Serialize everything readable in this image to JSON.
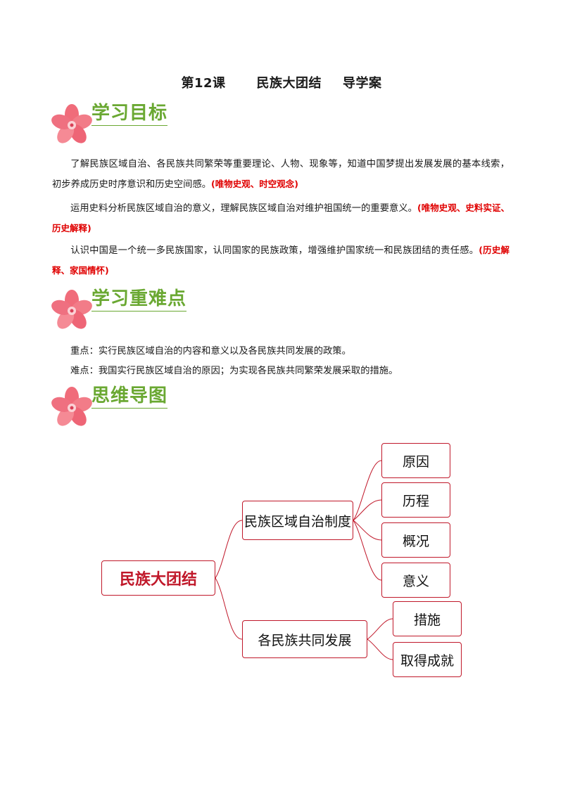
{
  "title": {
    "lesson": "第12课",
    "topic": "民族大团结",
    "type": "导学案"
  },
  "sections": {
    "goals_heading": "学习目标",
    "keypoints_heading": "学习重难点",
    "mindmap_heading": "思维导图"
  },
  "goals": [
    {
      "text": "了解民族区域自治、各民族共同繁荣等重要理论、人物、现象等，知道中国梦提出发展发展的基本线索，初步养成历史时序意识和历史空间感。",
      "tag": "(唯物史观、时空观念)"
    },
    {
      "text": "运用史料分析民族区域自治的意义，理解民族区域自治对维护祖国统一的重要意义。",
      "tag": "(唯物史观、史料实证、历史解释)"
    },
    {
      "text": "认识中国是一个统一多民族国家，认同国家的民族政策，增强维护国家统一和民族团结的责任感。",
      "tag": "(历史解释、家国情怀)"
    }
  ],
  "keypoints": {
    "focus": "重点：实行民族区域自治的内容和意义以及各民族共同发展的政策。",
    "difficulty": "难点：我国实行民族区域自治的原因；为实现各民族共同繁荣发展采取的措施。"
  },
  "mindmap": {
    "root": "民族大团结",
    "branch1": "民族区域自治制度",
    "branch1_children": [
      "原因",
      "历程",
      "概况",
      "意义"
    ],
    "branch2": "各民族共同发展",
    "branch2_children": [
      "措施",
      "取得成就"
    ]
  },
  "colors": {
    "heading_green": "#6aa832",
    "accent_red": "#e00000",
    "mindmap_red": "#c0182a"
  }
}
